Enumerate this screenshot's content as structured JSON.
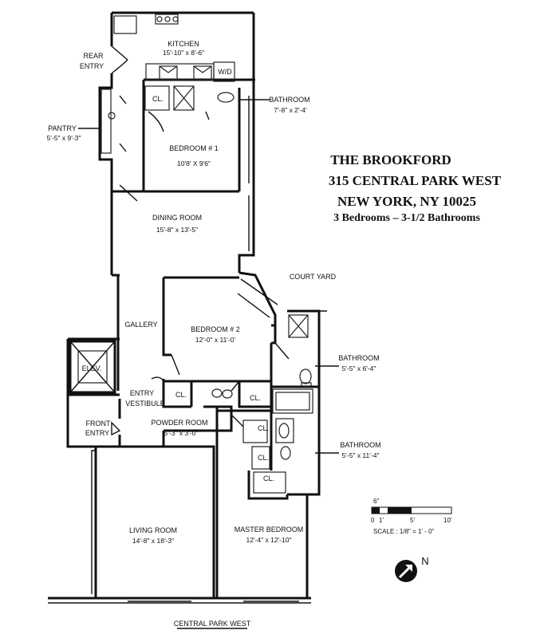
{
  "header": {
    "building": "THE BROOKFORD",
    "address": "315 CENTRAL PARK WEST",
    "city": "NEW YORK, NY 10025",
    "summary": "3 Bedrooms – 3-1/2 Bathrooms"
  },
  "rooms": {
    "kitchen": {
      "name": "KITCHEN",
      "dims": "15'-10\" x 8'-6\""
    },
    "bathroom_1": {
      "name": "BATHROOM",
      "dims": "7'-8\" x 2'-4'"
    },
    "pantry": {
      "name": "PANTRY",
      "dims": "5'-5\" x 9'-3\""
    },
    "bedroom_1": {
      "name": "BEDROOM # 1",
      "dims": "10'8' X 9'6\""
    },
    "dining": {
      "name": "DINING ROOM",
      "dims": "15'-8\" x 13'-5\""
    },
    "gallery": {
      "name": "GALLERY"
    },
    "bedroom_2": {
      "name": "BEDROOM # 2",
      "dims": "12'-0\" x 11'-0'"
    },
    "bathroom_2": {
      "name": "BATHROOM",
      "dims": "5'-5\" x 6'-4\""
    },
    "bathroom_3": {
      "name": "BATHROOM",
      "dims": "5'-5\" x 11'-4\""
    },
    "powder": {
      "name": "POWDER ROOM",
      "dims": "5'-3\" x 3'-0\""
    },
    "living": {
      "name": "LIVING ROOM",
      "dims": "14'-8\" x 18'-3\""
    },
    "master": {
      "name": "MASTER BEDROOM",
      "dims": "12'-4\" x 12'-10\""
    }
  },
  "labels": {
    "rear_entry_1": "REAR",
    "rear_entry_2": "ENTRY",
    "wd": "W/D",
    "closet": "CL.",
    "elevator": "ELEV.",
    "front_entry_1": "FRONT",
    "front_entry_2": "ENTRY",
    "entry_vestibule_1": "ENTRY",
    "entry_vestibule_2": "VESTIBULE",
    "court_yard": "COURT YARD",
    "central_park_west": "CENTRAL PARK WEST",
    "north": "N"
  },
  "scale": {
    "top": "6\"",
    "ticks": [
      "0",
      "1'",
      "5'",
      "10'"
    ],
    "text": "SCALE : 1/8\" = 1' - 0\""
  }
}
